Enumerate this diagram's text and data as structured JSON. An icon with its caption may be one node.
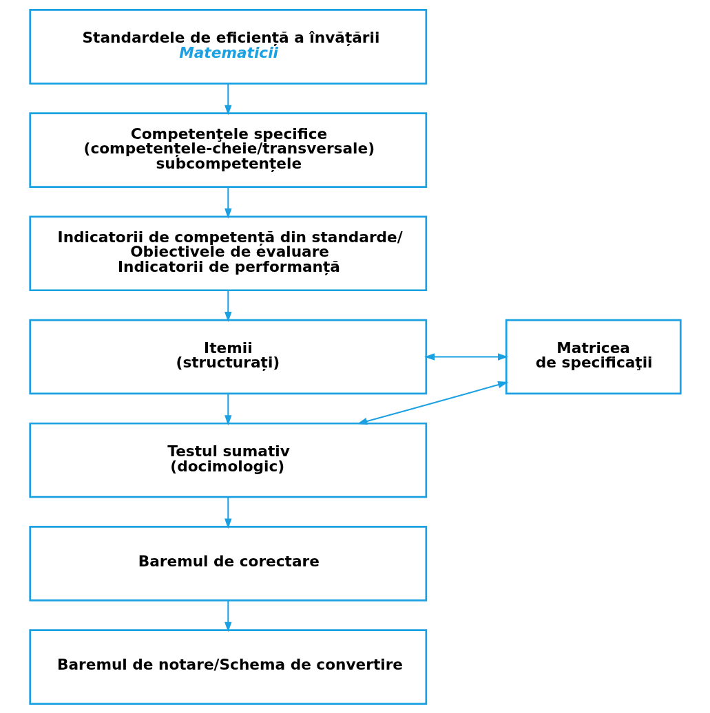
{
  "diagram": {
    "nodes": [
      {
        "text": [
          "Standardele de eficiență a învățării",
          "Matematicii"
        ]
      },
      {
        "text": [
          "Competenţele specifice (competențele-cheie/transversale) subcompetențele"
        ]
      },
      {
        "text": [
          "Indicatorii de competență din standarde/ Obiectivele de evaluare Indicatorii de performanță"
        ]
      },
      {
        "text": [
          "Itemii (structurați)"
        ]
      },
      {
        "text": [
          "Testul sumativ (docimologic)"
        ]
      },
      {
        "text": [
          "Baremul de corectare"
        ]
      },
      {
        "text": [
          "Baremul de notare/Schema de convertire"
        ]
      },
      {
        "text": [
          "Matricea de specificaţii"
        ]
      }
    ],
    "edges": [
      {
        "from": 0,
        "to": 1,
        "arrow": "to"
      },
      {
        "from": 1,
        "to": 2,
        "arrow": "to"
      },
      {
        "from": 2,
        "to": 3,
        "arrow": "to"
      },
      {
        "from": 3,
        "to": 4,
        "arrow": "to"
      },
      {
        "from": 4,
        "to": 5,
        "arrow": "to"
      },
      {
        "from": 5,
        "to": 6,
        "arrow": "to"
      },
      {
        "from": 3,
        "to": 7,
        "arrow": "both"
      },
      {
        "from": 4,
        "to": 7,
        "arrow": "both"
      }
    ]
  }
}
